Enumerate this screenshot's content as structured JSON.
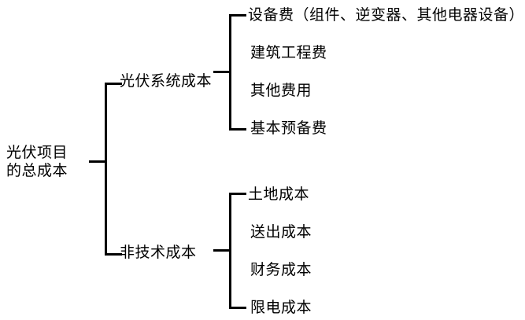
{
  "diagram": {
    "type": "bracket-tree",
    "orientation": "left-to-right",
    "stroke_color": "#000000",
    "background_color": "#ffffff",
    "text_color": "#000000",
    "root": {
      "label_line1": "光伏项目",
      "label_line2": "的总成本",
      "label_full": "光伏项目的总成本"
    },
    "branches": [
      {
        "label": "光伏系统成本",
        "leaves": [
          "设备费（组件、逆变器、其他电器设备）",
          "建筑工程费",
          "其他费用",
          "基本预备费"
        ]
      },
      {
        "label": "非技术成本",
        "leaves": [
          "土地成本",
          "送出成本",
          "财务成本",
          "限电成本"
        ]
      }
    ]
  }
}
